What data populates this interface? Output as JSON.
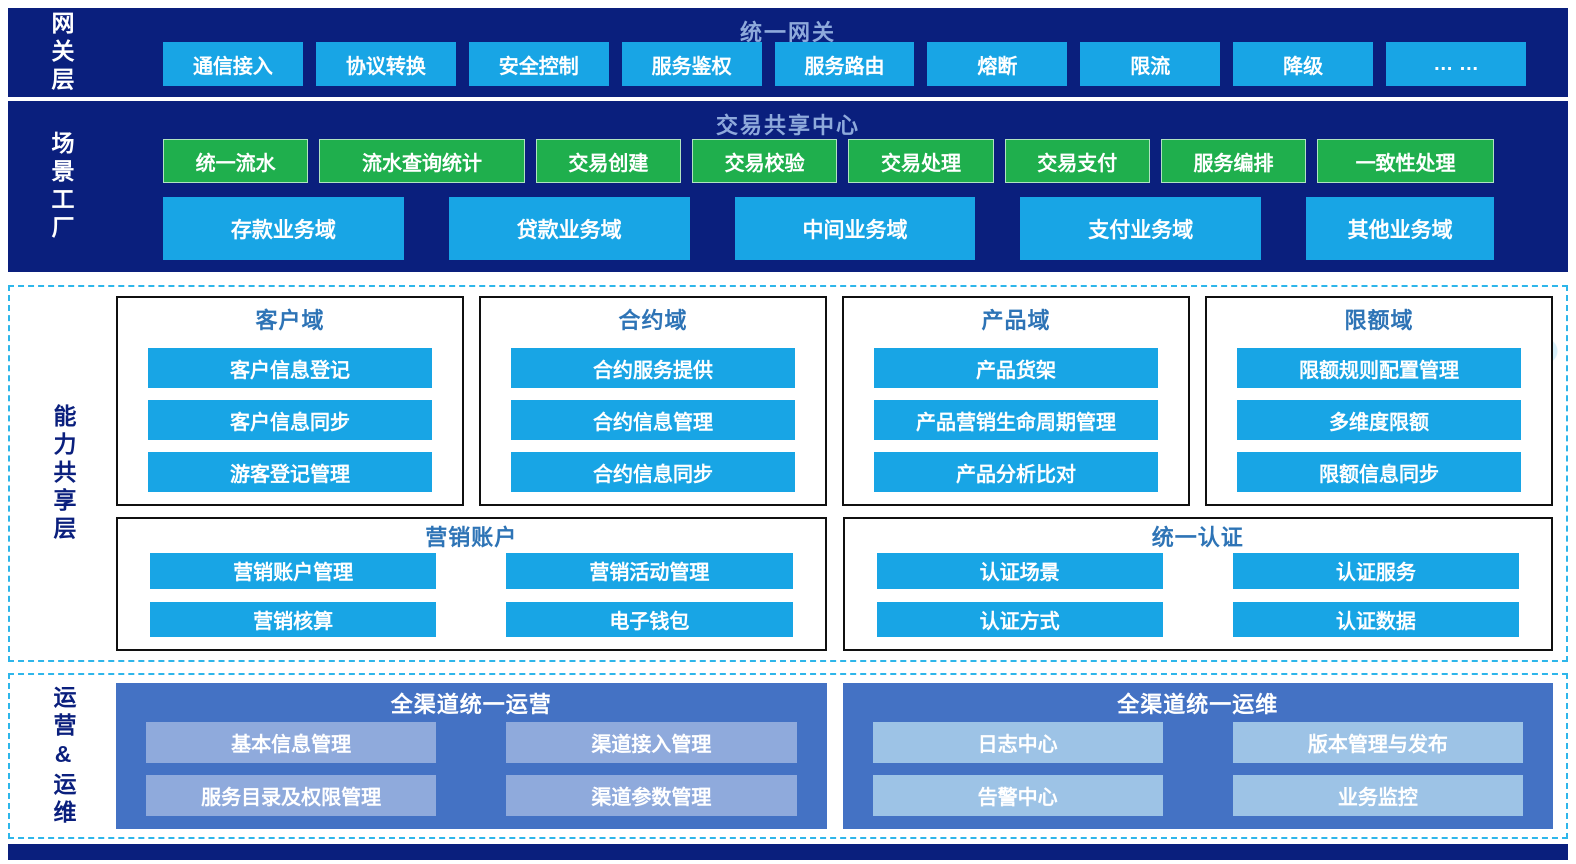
{
  "layers": {
    "gateway": {
      "label": "网关层",
      "title": "统一网关",
      "items": [
        "通信接入",
        "协议转换",
        "安全控制",
        "服务鉴权",
        "服务路由",
        "熔断",
        "限流",
        "降级",
        "… …"
      ]
    },
    "scenario": {
      "label": "场景工厂",
      "title": "交易共享中心",
      "green_items": [
        "统一流水",
        "流水查询统计",
        "交易创建",
        "交易校验",
        "交易处理",
        "交易支付",
        "服务编排",
        "一致性处理"
      ],
      "domains": [
        "存款业务域",
        "贷款业务域",
        "中间业务域",
        "支付业务域",
        "其他业务域"
      ]
    },
    "capability": {
      "label": "能力共享层",
      "groups": [
        {
          "title": "客户域",
          "items": [
            "客户信息登记",
            "客户信息同步",
            "游客登记管理"
          ]
        },
        {
          "title": "合约域",
          "items": [
            "合约服务提供",
            "合约信息管理",
            "合约信息同步"
          ]
        },
        {
          "title": "产品域",
          "items": [
            "产品货架",
            "产品营销生命周期管理",
            "产品分析比对"
          ]
        },
        {
          "title": "限额域",
          "items": [
            "限额规则配置管理",
            "多维度限额",
            "限额信息同步"
          ]
        }
      ],
      "wide": [
        {
          "title": "营销账户",
          "items": [
            "营销账户管理",
            "营销活动管理",
            "营销核算",
            "电子钱包"
          ]
        },
        {
          "title": "统一认证",
          "items": [
            "认证场景",
            "认证服务",
            "认证方式",
            "认证数据"
          ]
        }
      ]
    },
    "ops": {
      "label": "运营&运维",
      "groups": [
        {
          "title": "全渠道统一运营",
          "items": [
            "基本信息管理",
            "渠道接入管理",
            "服务目录及权限管理",
            "渠道参数管理"
          ]
        },
        {
          "title": "全渠道统一运维",
          "items": [
            "日志中心",
            "版本管理与发布",
            "告警中心",
            "业务监控"
          ]
        }
      ]
    }
  },
  "colors": {
    "navy": "#0A1F7D",
    "azure_block": "#18A5E5",
    "green_block": "#1FAF4D",
    "band_title": "#8EA9DB",
    "group_title": "#2E74B6",
    "ops_box": "#4472C4",
    "ops_button_left": "#8FAADC",
    "ops_button_right": "#9DC3E6",
    "dashed_border": "#2EB6EA"
  }
}
